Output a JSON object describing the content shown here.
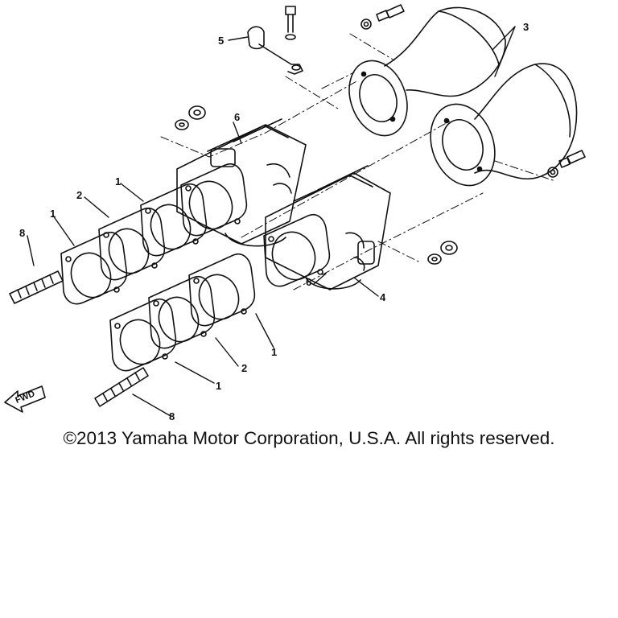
{
  "callouts": [
    {
      "id": "c1a",
      "text": "1"
    },
    {
      "id": "c1b",
      "text": "1"
    },
    {
      "id": "c1c",
      "text": "1"
    },
    {
      "id": "c1d",
      "text": "1"
    },
    {
      "id": "c2a",
      "text": "2"
    },
    {
      "id": "c2b",
      "text": "2"
    },
    {
      "id": "c3",
      "text": "3"
    },
    {
      "id": "c4",
      "text": "4"
    },
    {
      "id": "c5",
      "text": "5"
    },
    {
      "id": "c6a",
      "text": "6"
    },
    {
      "id": "c6b",
      "text": "6"
    },
    {
      "id": "c8a",
      "text": "8"
    },
    {
      "id": "c8b",
      "text": "8"
    }
  ],
  "fwd_label": "FWD",
  "copyright": "©2013 Yamaha Motor Corporation, U.S.A. All rights reserved."
}
